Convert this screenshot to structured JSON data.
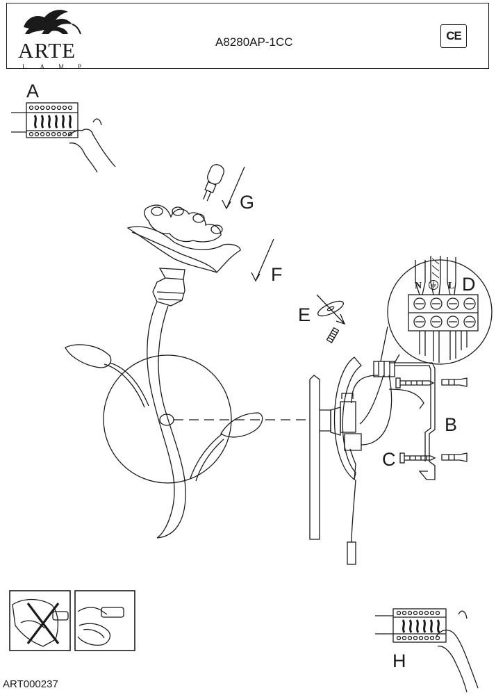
{
  "header": {
    "brand_name": "ARTE",
    "brand_sub": "LAMP",
    "model": "A8280AP-1CC",
    "cert_mark": "CE"
  },
  "labels": {
    "a": "A",
    "b": "B",
    "c": "C",
    "d": "D",
    "e": "E",
    "f": "F",
    "g": "G",
    "h": "H"
  },
  "terminal_labels": {
    "n": "N",
    "l": "L"
  },
  "footer": {
    "code": "ART000237"
  }
}
